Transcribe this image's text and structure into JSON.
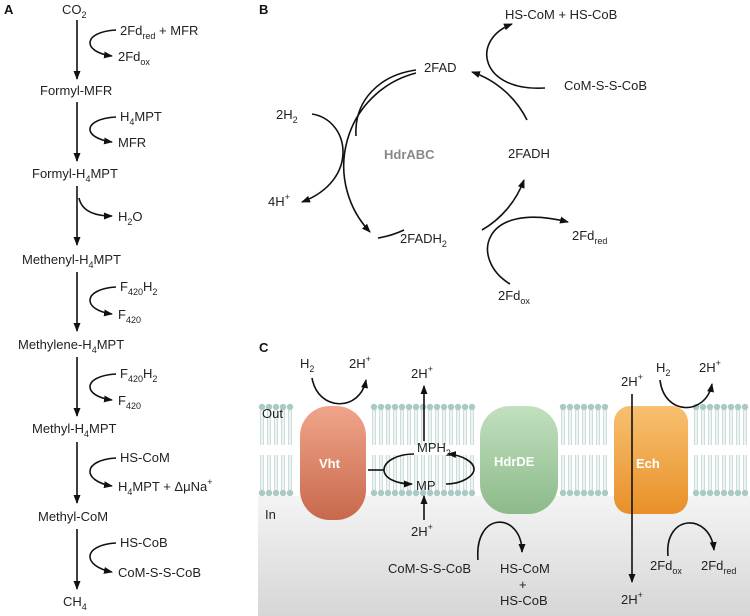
{
  "panels": {
    "a": "A",
    "b": "B",
    "c": "C"
  },
  "panel_a": {
    "metabolites": [
      {
        "base": "CO",
        "sub": "2",
        "rest": ""
      },
      {
        "base": "Formyl-MFR",
        "sub": "",
        "rest": ""
      },
      {
        "base": "Formyl-H",
        "sub": "4",
        "rest": "MPT"
      },
      {
        "base": "Methenyl-H",
        "sub": "4",
        "rest": "MPT"
      },
      {
        "base": "Methylene-H",
        "sub": "4",
        "rest": "MPT"
      },
      {
        "base": "Methyl-H",
        "sub": "4",
        "rest": "MPT"
      },
      {
        "base": "Methyl-CoM",
        "sub": "",
        "rest": ""
      },
      {
        "base": "CH",
        "sub": "4",
        "rest": ""
      }
    ],
    "steps": [
      {
        "in": [
          "2Fd",
          "red",
          " + MFR"
        ],
        "out": [
          "2Fd",
          "ox",
          ""
        ]
      },
      {
        "in": [
          "H",
          "4",
          "MPT"
        ],
        "out": [
          "MFR",
          "",
          ""
        ]
      },
      {
        "in": null,
        "out": [
          "H",
          "2",
          "O"
        ]
      },
      {
        "in": [
          "F",
          "420",
          "H2"
        ],
        "out": [
          "F",
          "420",
          ""
        ]
      },
      {
        "in": [
          "F",
          "420",
          "H2"
        ],
        "out": [
          "F",
          "420",
          ""
        ]
      },
      {
        "in": [
          "HS-CoM",
          "",
          ""
        ],
        "out": [
          "H4MPT + ΔμNa",
          "",
          "+"
        ]
      },
      {
        "in": [
          "HS-CoB",
          "",
          ""
        ],
        "out": [
          "CoM-S-S-CoB",
          "",
          ""
        ]
      }
    ]
  },
  "panel_b": {
    "enzyme": "HdrABC",
    "fad": "2FAD",
    "fadh_base": "2FADH",
    "fadh2_sub": "2",
    "h2_base": "2H",
    "h2_sub": "2",
    "h_plus_base": "4H",
    "h_plus_sup": "+",
    "products": "HS-CoM + HS-CoB",
    "heterodisulfide": "CoM-S-S-CoB",
    "fd_red": [
      "2Fd",
      "red"
    ],
    "fd_ox": [
      "2Fd",
      "ox"
    ]
  },
  "panel_c": {
    "out_label": "Out",
    "in_label": "In",
    "proteins": {
      "vht": "Vht",
      "hdr": "HdrDE",
      "ech": "Ech"
    },
    "vht_h2": [
      "H",
      "2"
    ],
    "vht_h": [
      "2H",
      "+"
    ],
    "pump_h_top": [
      "2H",
      "+"
    ],
    "pump_h_bottom": [
      "2H",
      "+"
    ],
    "mph2": [
      "MPH",
      "2"
    ],
    "mp": "MP",
    "heterodisulfide": "CoM-S-S-CoB",
    "products_1": "HS-CoM",
    "products_plus": "+",
    "products_2": "HS-CoB",
    "ech_h_left_top": [
      "2H",
      "+"
    ],
    "ech_h_left_bottom": [
      "2H",
      "+"
    ],
    "ech_h2": [
      "H",
      "2"
    ],
    "ech_h_right": [
      "2H",
      "+"
    ],
    "fd_ox": [
      "2Fd",
      "ox"
    ],
    "fd_red": [
      "2Fd",
      "red"
    ],
    "colors": {
      "cytoplasm": "#dcdcdc",
      "lipid": "#a9c9c4",
      "vht": "#d98063",
      "hdr": "#9fc79e",
      "ech": "#f0a03a"
    }
  }
}
